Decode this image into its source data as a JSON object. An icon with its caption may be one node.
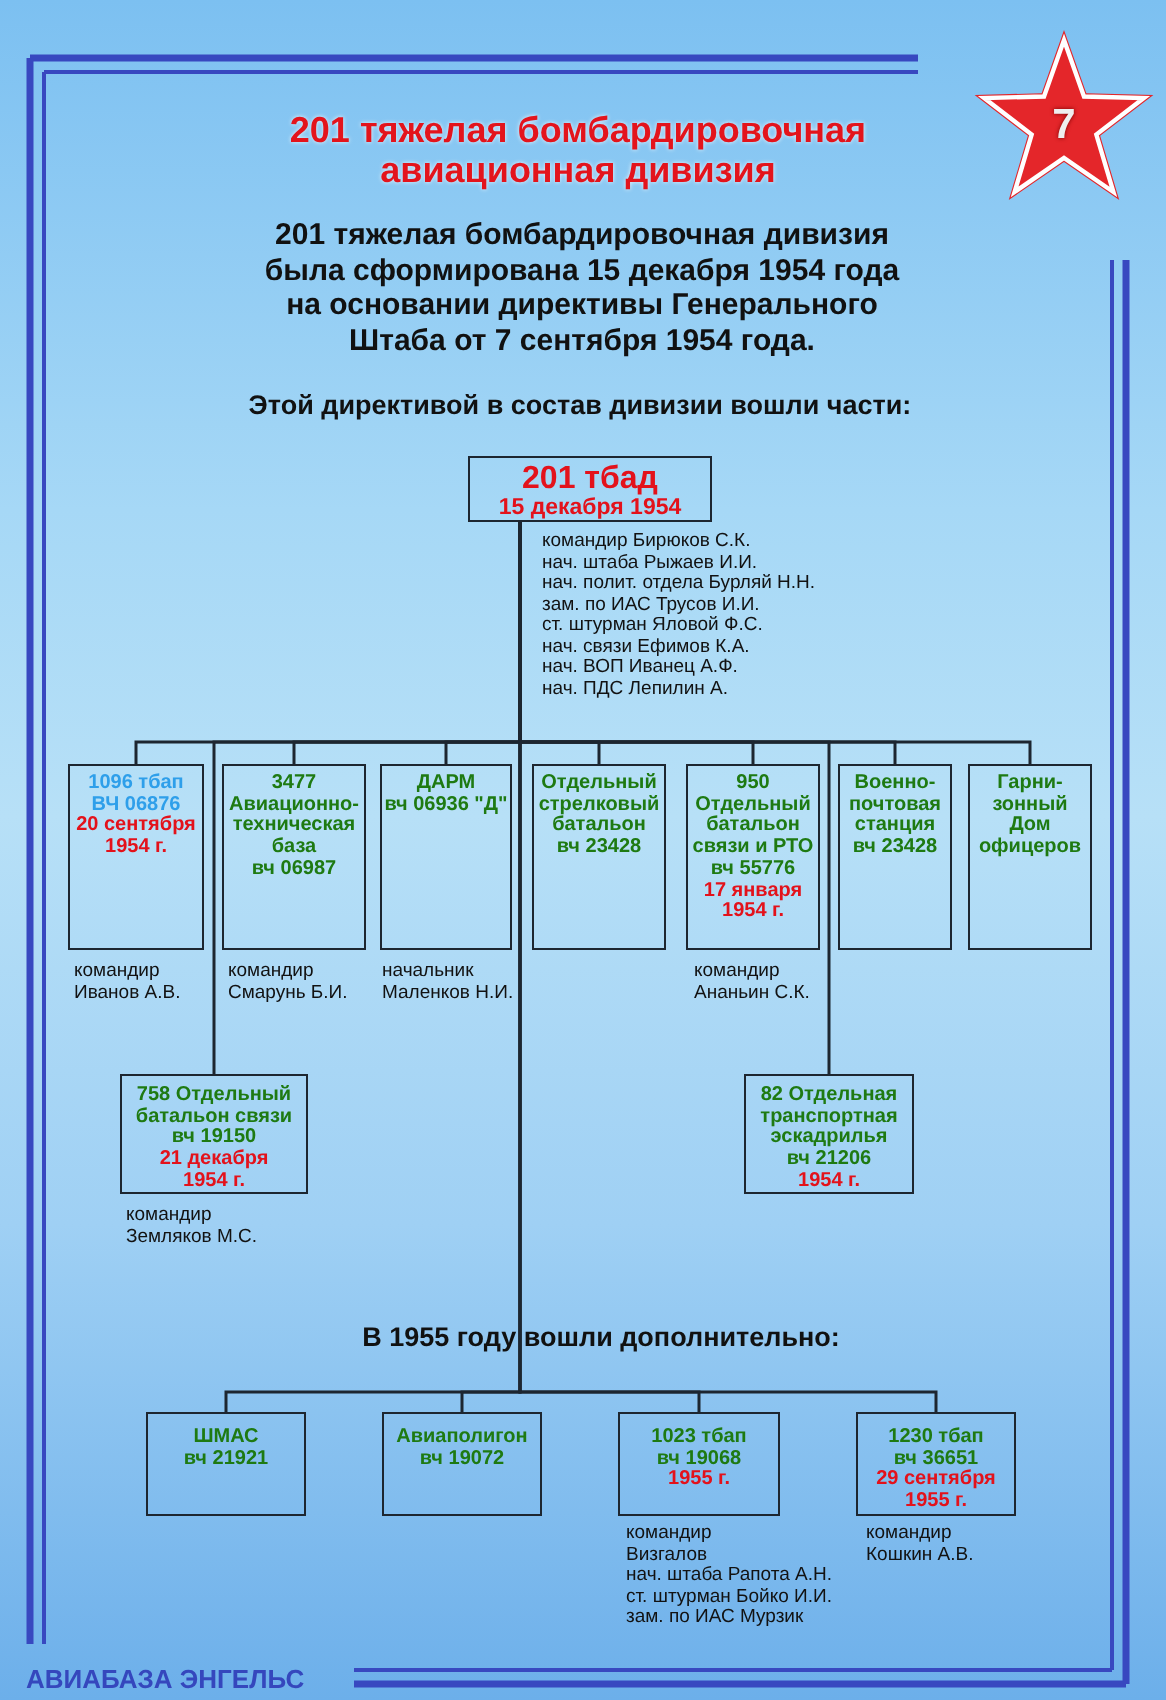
{
  "diagram": {
    "title": "201 тяжелая бомбардировочная авиационная дивизия",
    "nodes": [
      {
        "text": [
          "7"
        ]
      },
      {
        "text": [
          "201 тбад",
          "15 декабря 1954"
        ],
        "beside": [
          "командир Бирюков С.К.",
          "нач. штаба Рыжаев И.И.",
          "нач. полит. отдела Бурляй Н.Н.",
          "зам. по ИАС Трусов И.И.",
          "ст. штурман Яловой Ф.С.",
          "нач. связи Ефимов К.А.",
          "нач. ВОП Иванец А.Ф.",
          "нач. ПДС Лепилин А."
        ]
      },
      {
        "text": [
          "1096 тбап",
          "ВЧ 06876",
          "20 сентября 1954 г."
        ],
        "beside": [
          "командир Иванов А.В."
        ]
      },
      {
        "text": [
          "3477 Авиационно-техническая база",
          "вч 06987"
        ],
        "beside": [
          "командир Смарунь Б.И."
        ]
      },
      {
        "text": [
          "ДАРМ",
          "вч 06936 \"Д\""
        ],
        "beside": [
          "начальник Маленков Н.И."
        ]
      },
      {
        "text": [
          "Отдельный стрелковый батальон",
          "вч 23428"
        ]
      },
      {
        "text": [
          "950 Отдельный батальон связи и РТО",
          "вч 55776",
          "17 января 1954 г."
        ],
        "beside": [
          "командир Ананьин С.К."
        ]
      },
      {
        "text": [
          "Военно-почтовая станция",
          "вч 23428"
        ]
      },
      {
        "text": [
          "Гарни-зонный Дом офицеров"
        ]
      },
      {
        "text": [
          "758 Отдельный батальон связи",
          "вч 19150",
          "21 декабря 1954 г."
        ],
        "beside": [
          "командир Земляков М.С."
        ]
      },
      {
        "text": [
          "82 Отдельная транспортная эскадрилья",
          "вч 21206",
          "1954 г."
        ]
      },
      {
        "text": [
          "ШМАС",
          "вч 21921"
        ]
      },
      {
        "text": [
          "Авиаполигон",
          "вч 19072"
        ]
      },
      {
        "text": [
          "1023 тбап",
          "вч 19068",
          "1955 г."
        ],
        "beside": [
          "командир Визгалов",
          "нач. штаба Рапота А.Н.",
          "ст. штурман Бойко И.И.",
          "зам. по ИАС Мурзик"
        ]
      },
      {
        "text": [
          "1230 тбап",
          "вч 36651",
          "29 сентября 1955 г."
        ],
        "beside": [
          "командир Кошкин А.В."
        ]
      }
    ],
    "edges": [
      {
        "from": 1,
        "to": 2,
        "arrow": "none"
      },
      {
        "from": 1,
        "to": 3,
        "arrow": "none"
      },
      {
        "from": 1,
        "to": 4,
        "arrow": "none"
      },
      {
        "from": 1,
        "to": 5,
        "arrow": "none"
      },
      {
        "from": 1,
        "to": 6,
        "arrow": "none"
      },
      {
        "from": 1,
        "to": 7,
        "arrow": "none"
      },
      {
        "from": 1,
        "to": 8,
        "arrow": "none"
      },
      {
        "from": 1,
        "to": 9,
        "arrow": "none"
      },
      {
        "from": 1,
        "to": 10,
        "arrow": "none"
      },
      {
        "from": 1,
        "to": 11,
        "arrow": "none"
      },
      {
        "from": 1,
        "to": 12,
        "arrow": "none"
      },
      {
        "from": 1,
        "to": 13,
        "arrow": "none"
      },
      {
        "from": 1,
        "to": 14,
        "arrow": "none"
      }
    ],
    "labels": [
      "201 тяжелая бомбардировочная дивизия была сформирована 15 декабря 1954 года на основании директивы Генерального Штаба от 7 сентября 1954 года.",
      "Этой директивой в состав дивизии вошли части:",
      "В 1955 году вошли дополнительно:",
      "АВИАБАЗА ЭНГЕЛЬС"
    ]
  }
}
